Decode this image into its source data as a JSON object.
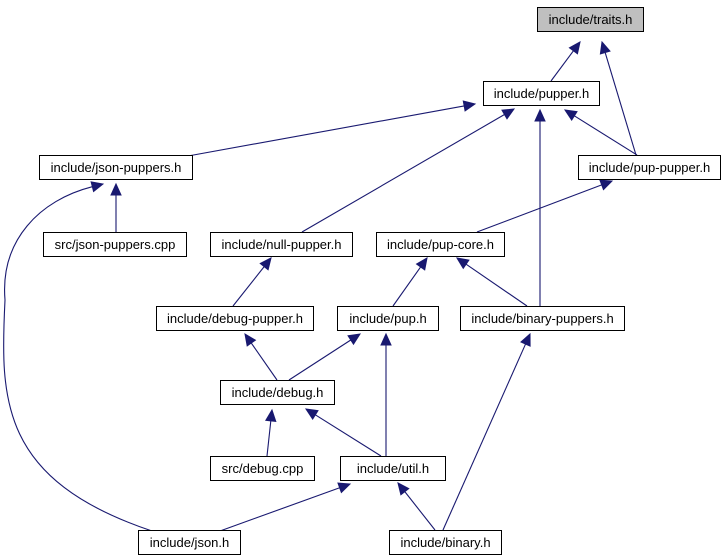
{
  "graph": {
    "edge_color": "#191970",
    "root_fill": "#bfbfbf",
    "nodes": [
      {
        "id": "traits",
        "label": "include/traits.h",
        "root": true
      },
      {
        "id": "pupper",
        "label": "include/pupper.h"
      },
      {
        "id": "json_puppers",
        "label": "include/json-puppers.h"
      },
      {
        "id": "pup_pupper",
        "label": "include/pup-pupper.h"
      },
      {
        "id": "src_json_puppers",
        "label": "src/json-puppers.cpp"
      },
      {
        "id": "null_pupper",
        "label": "include/null-pupper.h"
      },
      {
        "id": "pup_core",
        "label": "include/pup-core.h"
      },
      {
        "id": "debug_pupper",
        "label": "include/debug-pupper.h"
      },
      {
        "id": "pup",
        "label": "include/pup.h"
      },
      {
        "id": "binary_puppers",
        "label": "include/binary-puppers.h"
      },
      {
        "id": "debug",
        "label": "include/debug.h"
      },
      {
        "id": "src_debug",
        "label": "src/debug.cpp"
      },
      {
        "id": "util",
        "label": "include/util.h"
      },
      {
        "id": "json",
        "label": "include/json.h"
      },
      {
        "id": "binary",
        "label": "include/binary.h"
      }
    ],
    "edges": [
      {
        "from": "pupper",
        "to": "traits"
      },
      {
        "from": "pup_pupper",
        "to": "traits"
      },
      {
        "from": "json_puppers",
        "to": "pupper"
      },
      {
        "from": "null_pupper",
        "to": "pupper"
      },
      {
        "from": "pup_pupper",
        "to": "pupper"
      },
      {
        "from": "binary_puppers",
        "to": "pupper"
      },
      {
        "from": "src_json_puppers",
        "to": "json_puppers"
      },
      {
        "from": "json",
        "to": "json_puppers"
      },
      {
        "from": "pup_core",
        "to": "pup_pupper"
      },
      {
        "from": "debug_pupper",
        "to": "null_pupper"
      },
      {
        "from": "pup",
        "to": "pup_core"
      },
      {
        "from": "binary_puppers",
        "to": "pup_core"
      },
      {
        "from": "debug",
        "to": "debug_pupper"
      },
      {
        "from": "debug",
        "to": "pup"
      },
      {
        "from": "util",
        "to": "pup"
      },
      {
        "from": "binary",
        "to": "binary_puppers"
      },
      {
        "from": "src_debug",
        "to": "debug"
      },
      {
        "from": "util",
        "to": "debug"
      },
      {
        "from": "json",
        "to": "util"
      },
      {
        "from": "binary",
        "to": "util"
      }
    ]
  }
}
